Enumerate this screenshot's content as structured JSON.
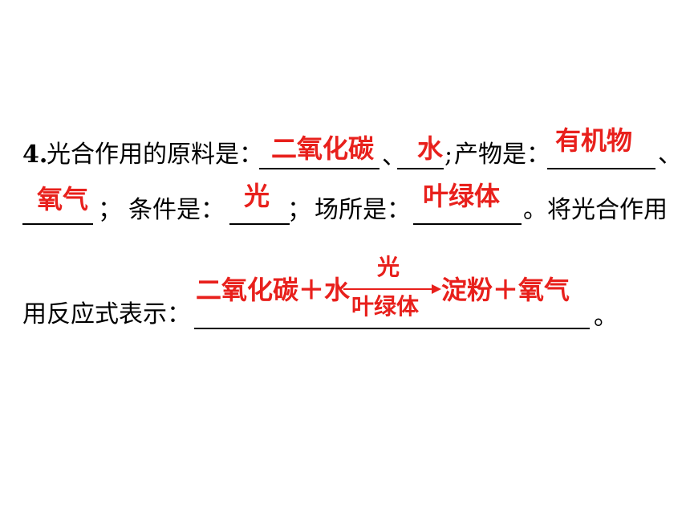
{
  "q_prefix": "4.",
  "q_text1": "光合作用的原料是：",
  "sep_dun": "、",
  "sep_semi": ";",
  "q_text2": "产物是：",
  "end_dun": "、",
  "semi_cn1": "；",
  "q_text3": "条件是：",
  "semi_cn2": "；",
  "q_text4": "场所是：",
  "q_text5": "。将光合作用",
  "q_text6": "用反应式表示：",
  "end_period": "。",
  "answers": {
    "raw1": "二氧化碳",
    "raw2": "水",
    "product1": "有机物",
    "product2": "氧气",
    "condition": "光",
    "site": "叶绿体"
  },
  "equation": {
    "left": "二氧化碳＋水",
    "over": "光",
    "under": "叶绿体",
    "right": "淀粉＋氧气"
  },
  "colors": {
    "answer": "#e8201c",
    "text": "#000000"
  }
}
